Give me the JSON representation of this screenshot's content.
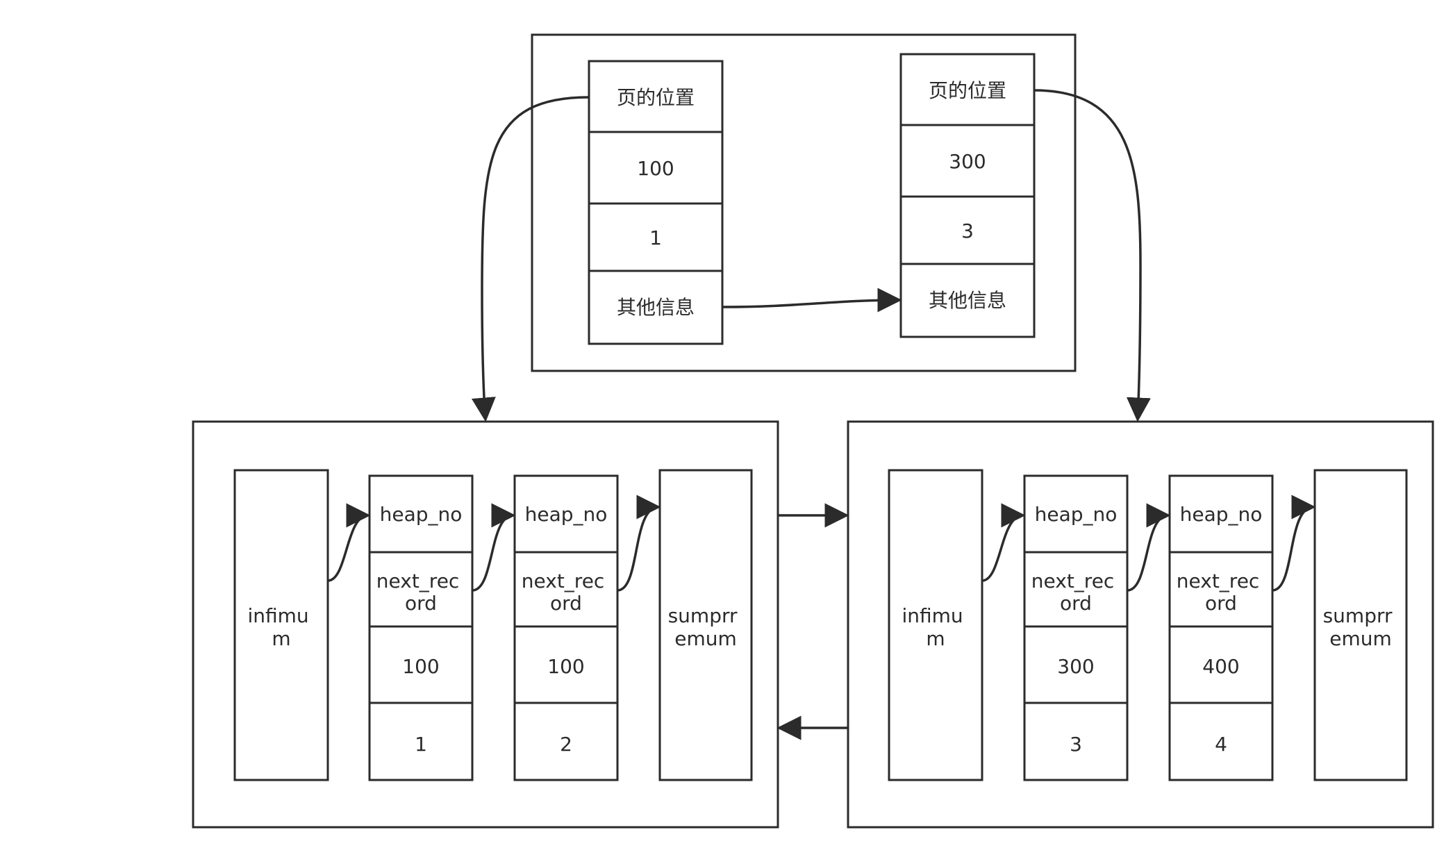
{
  "colors": {
    "stroke": "#2b2b2b",
    "background": "#ffffff"
  },
  "index_page": {
    "left_entry": [
      "页的位置",
      "100",
      "1",
      "其他信息"
    ],
    "right_entry": [
      "页的位置",
      "300",
      "3",
      "其他信息"
    ]
  },
  "data_page_left": {
    "infimum": [
      "infimu",
      "m"
    ],
    "records": [
      {
        "heap_no": "heap_no",
        "next_record": [
          "next_rec",
          "ord"
        ],
        "key": "100",
        "value": "1"
      },
      {
        "heap_no": "heap_no",
        "next_record": [
          "next_rec",
          "ord"
        ],
        "key": "100",
        "value": "2"
      }
    ],
    "supremum": [
      "sumprr",
      "emum"
    ]
  },
  "data_page_right": {
    "infimum": [
      "infimu",
      "m"
    ],
    "records": [
      {
        "heap_no": "heap_no",
        "next_record": [
          "next_rec",
          "ord"
        ],
        "key": "300",
        "value": "3"
      },
      {
        "heap_no": "heap_no",
        "next_record": [
          "next_rec",
          "ord"
        ],
        "key": "400",
        "value": "4"
      }
    ],
    "supremum": [
      "sumprr",
      "emum"
    ]
  }
}
